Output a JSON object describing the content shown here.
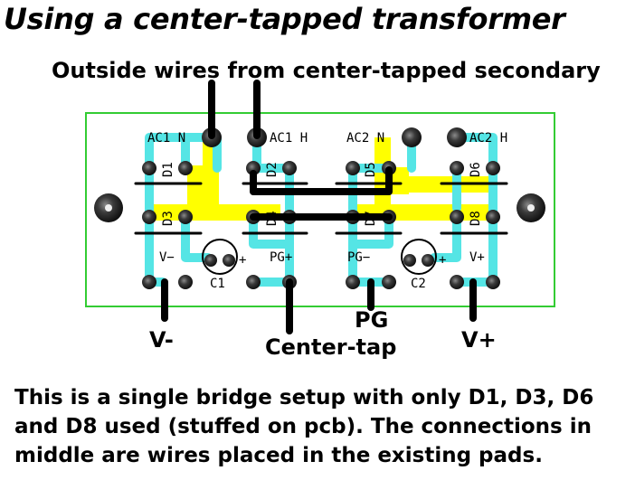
{
  "title": "Using a center-tapped transformer",
  "subtitle": "Outside wires from center-tapped secondary",
  "board": {
    "ac1n": "AC1 N",
    "ac1h": "AC1 H",
    "ac2n": "AC2 N",
    "ac2h": "AC2 H",
    "d1": "D1",
    "d2": "D2",
    "d3": "D3",
    "d4": "D4",
    "d5": "D5",
    "d6": "D6",
    "d7": "D7",
    "d8": "D8",
    "vminus": "V−",
    "pgplus": "PG+",
    "pgminus": "PG−",
    "vplus": "V+",
    "c1": "C1",
    "c2": "C2",
    "plus": "+"
  },
  "labels": {
    "vminus": "V-",
    "centertap": "Center-tap",
    "pg": "PG",
    "vplus": "V+"
  },
  "note": [
    "This is a single bridge setup with only D1, D3, D6",
    "and D8 used (stuffed on pcb).  The connections in",
    "middle are wires placed in the existing pads."
  ],
  "colors": {
    "board_outline": "#33cc33",
    "trace_cyan": "#55e5e5",
    "trace_yellow": "#ffff00",
    "wire": "#000000",
    "pad": "#2a2a2a"
  }
}
